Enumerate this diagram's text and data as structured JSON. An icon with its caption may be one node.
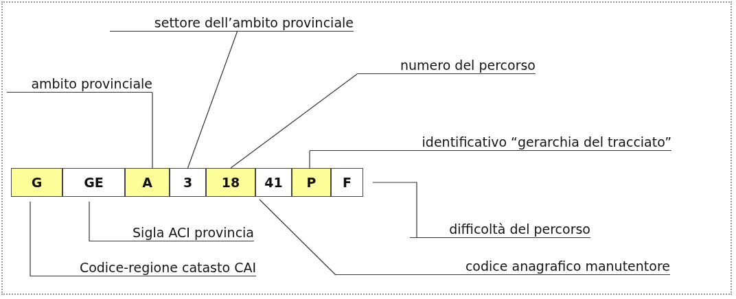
{
  "diagram": {
    "nodes": [
      {
        "text": [
          "settore dell’ambito provinciale"
        ]
      },
      {
        "text": [
          "numero del percorso"
        ]
      },
      {
        "text": [
          "ambito provinciale"
        ]
      },
      {
        "text": [
          "identificativo “gerarchia del tracciato”"
        ]
      },
      {
        "text": [
          "G"
        ]
      },
      {
        "text": [
          "GE"
        ]
      },
      {
        "text": [
          "A"
        ]
      },
      {
        "text": [
          "3"
        ]
      },
      {
        "text": [
          "18"
        ]
      },
      {
        "text": [
          "41"
        ]
      },
      {
        "text": [
          "P"
        ]
      },
      {
        "text": [
          "F"
        ]
      },
      {
        "text": [
          "Sigla ACI provincia"
        ]
      },
      {
        "text": [
          "difficoltà del percorso"
        ]
      },
      {
        "text": [
          "Codice-regione catasto CAI"
        ]
      },
      {
        "text": [
          "codice anagrafico manutentore"
        ]
      }
    ],
    "edges": [
      {
        "from": 0,
        "to": 7,
        "arrow": "none"
      },
      {
        "from": 1,
        "to": 8,
        "arrow": "none"
      },
      {
        "from": 2,
        "to": 6,
        "arrow": "none"
      },
      {
        "from": 3,
        "to": 10,
        "arrow": "none"
      },
      {
        "from": 12,
        "to": 5,
        "arrow": "none"
      },
      {
        "from": 13,
        "to": 11,
        "arrow": "none"
      },
      {
        "from": 14,
        "to": 4,
        "arrow": "none"
      },
      {
        "from": 15,
        "to": 9,
        "arrow": "none"
      }
    ]
  }
}
